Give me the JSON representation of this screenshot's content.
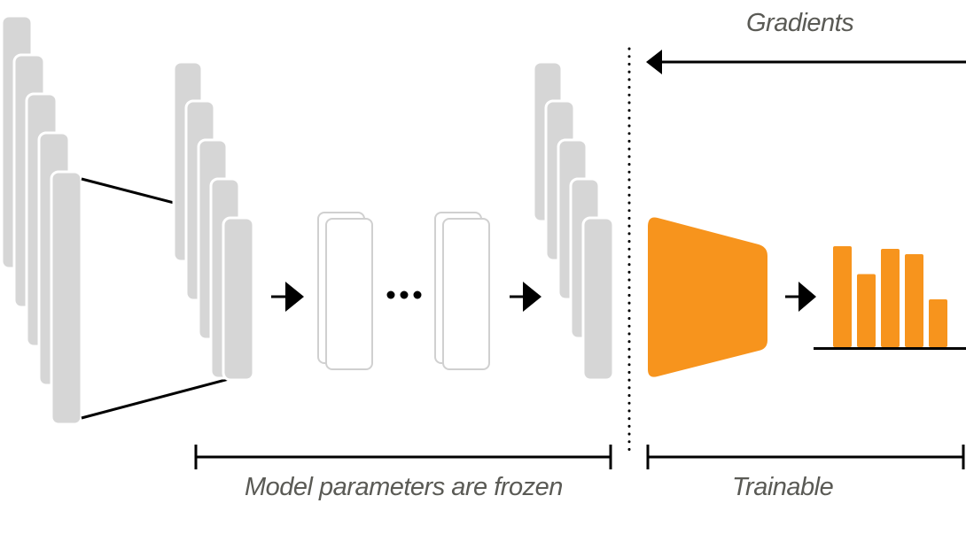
{
  "labels": {
    "gradients": "Gradients",
    "frozen": "Model parameters are frozen",
    "trainable": "Trainable"
  },
  "colors": {
    "layer_fill": "#d6d6d6",
    "layer_stroke": "#ffffff",
    "outline_block": "#d0d0d0",
    "trainable_head": "#f7941d",
    "ink": "#000000",
    "label_text": "#5a5a55"
  },
  "icons": {
    "arrow": "right-arrow-icon",
    "ellipsis": "ellipsis-icon"
  },
  "output_bars": [
    0.76,
    0.55,
    0.74,
    0.7,
    0.36
  ]
}
